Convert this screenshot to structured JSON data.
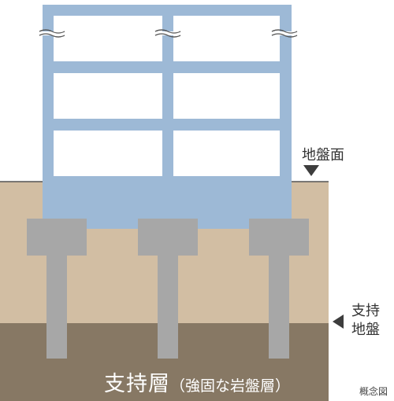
{
  "labels": {
    "ground_level": "地盤面",
    "support_ground_line1": "支持",
    "support_ground_line2": "地盤",
    "bearing_stratum": "支持層",
    "bearing_stratum_note": "（強固な岩盤層）",
    "concept_diagram": "概念図"
  },
  "colors": {
    "building": "#9db9d6",
    "window": "#ffffff",
    "surface_soil": "#d2bea3",
    "bearing_stratum": "#877864",
    "pile": "#a7a7a7",
    "ground_line": "#555555",
    "marker": "#3d3d3d"
  }
}
